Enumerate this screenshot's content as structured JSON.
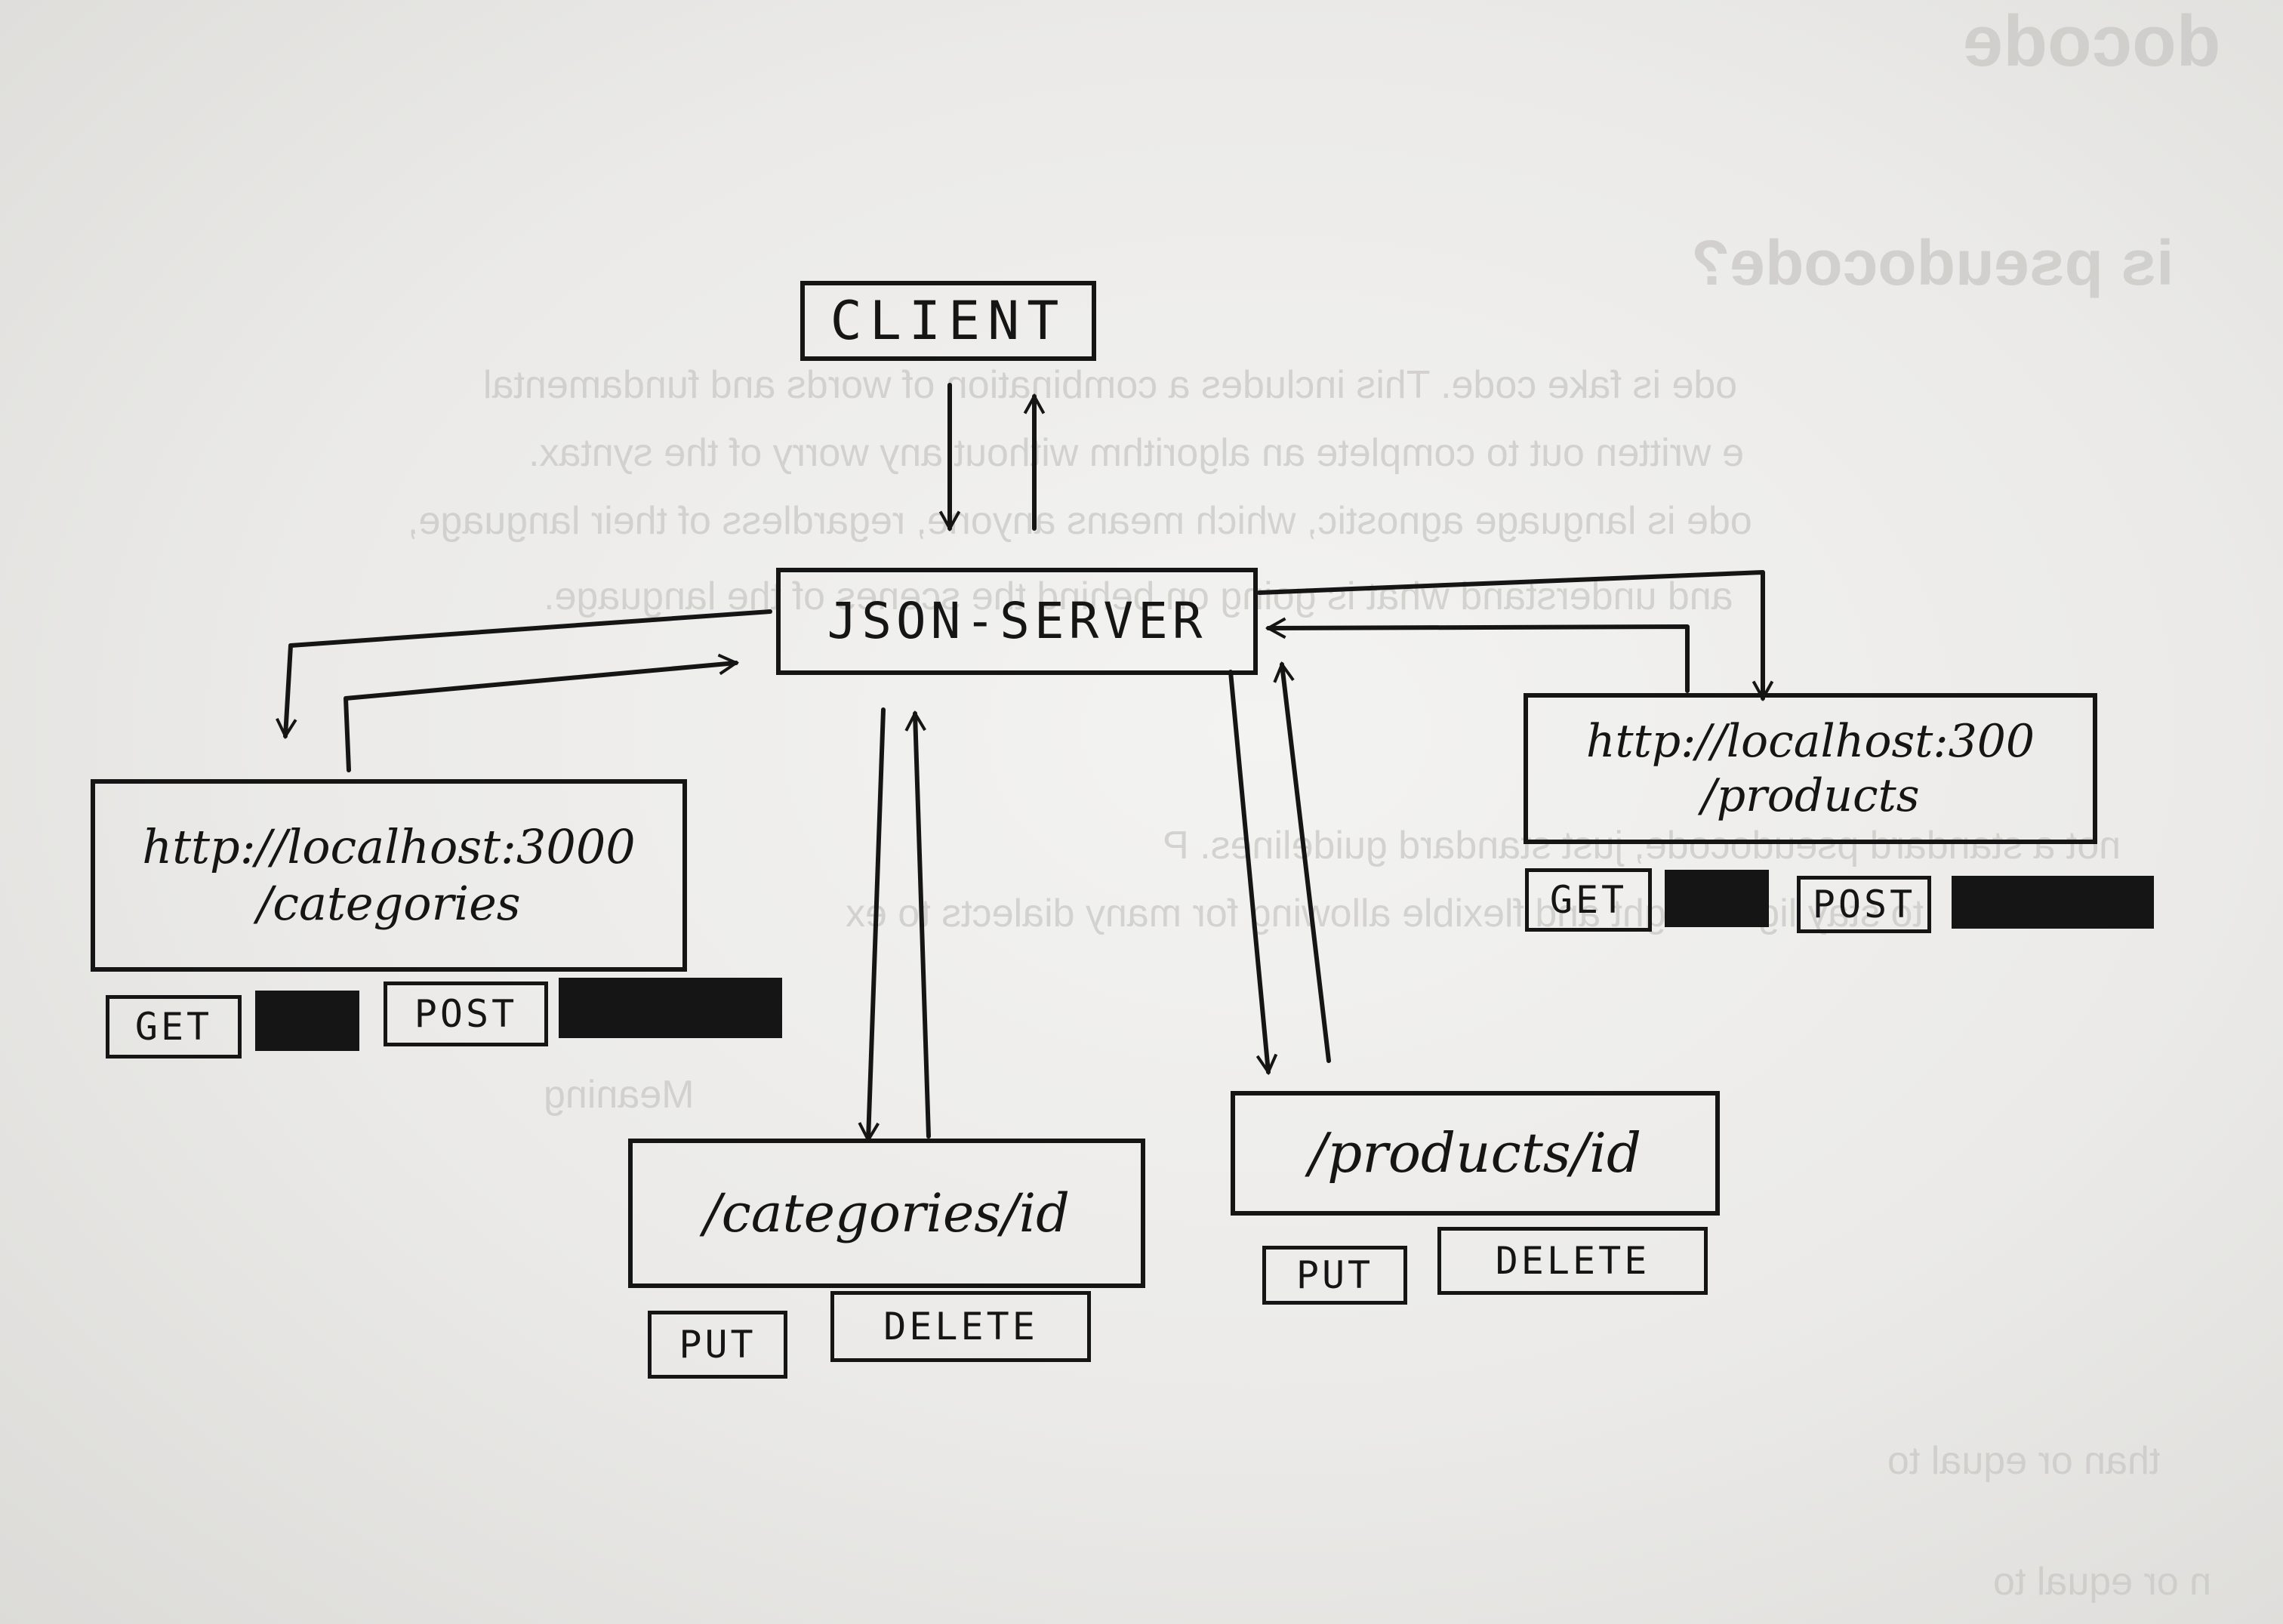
{
  "background_text": [
    "docode",
    "is pseudocode?",
    "ode is fake code. This includes a combination of words and fundamental",
    "e written out to complete an algorithm without any worry of the syntax.",
    "ode is language agnostic, which means anyone, regardless of their language,",
    "and understand what is going on behind the scenes of the language.",
    "not a standard pseudocode, just standard guidelines. P",
    "to stay lightweight and flexible allowing for many dialects to ex",
    "Meaning",
    "than or equal to",
    "n or equal to"
  ],
  "diagram": {
    "client": {
      "label": "CLIENT"
    },
    "server": {
      "label": "JSON-SERVER"
    },
    "categories_endpoint": {
      "line1": "http://localhost:3000",
      "line2": "/categories"
    },
    "categories_methods": [
      "GET",
      "POST"
    ],
    "products_endpoint": {
      "line1": "http://localhost:300",
      "line2": "/products"
    },
    "products_methods": [
      "GET",
      "POST"
    ],
    "categories_id_endpoint": {
      "label": "/categories/id"
    },
    "categories_id_methods": [
      "PUT",
      "DELETE"
    ],
    "products_id_endpoint": {
      "label": "/products/id"
    },
    "products_id_methods": [
      "PUT",
      "DELETE"
    ]
  },
  "colors": {
    "ink": "#151515",
    "paper": "#f3f3f1",
    "ghost_text": "#c9c8c5"
  }
}
